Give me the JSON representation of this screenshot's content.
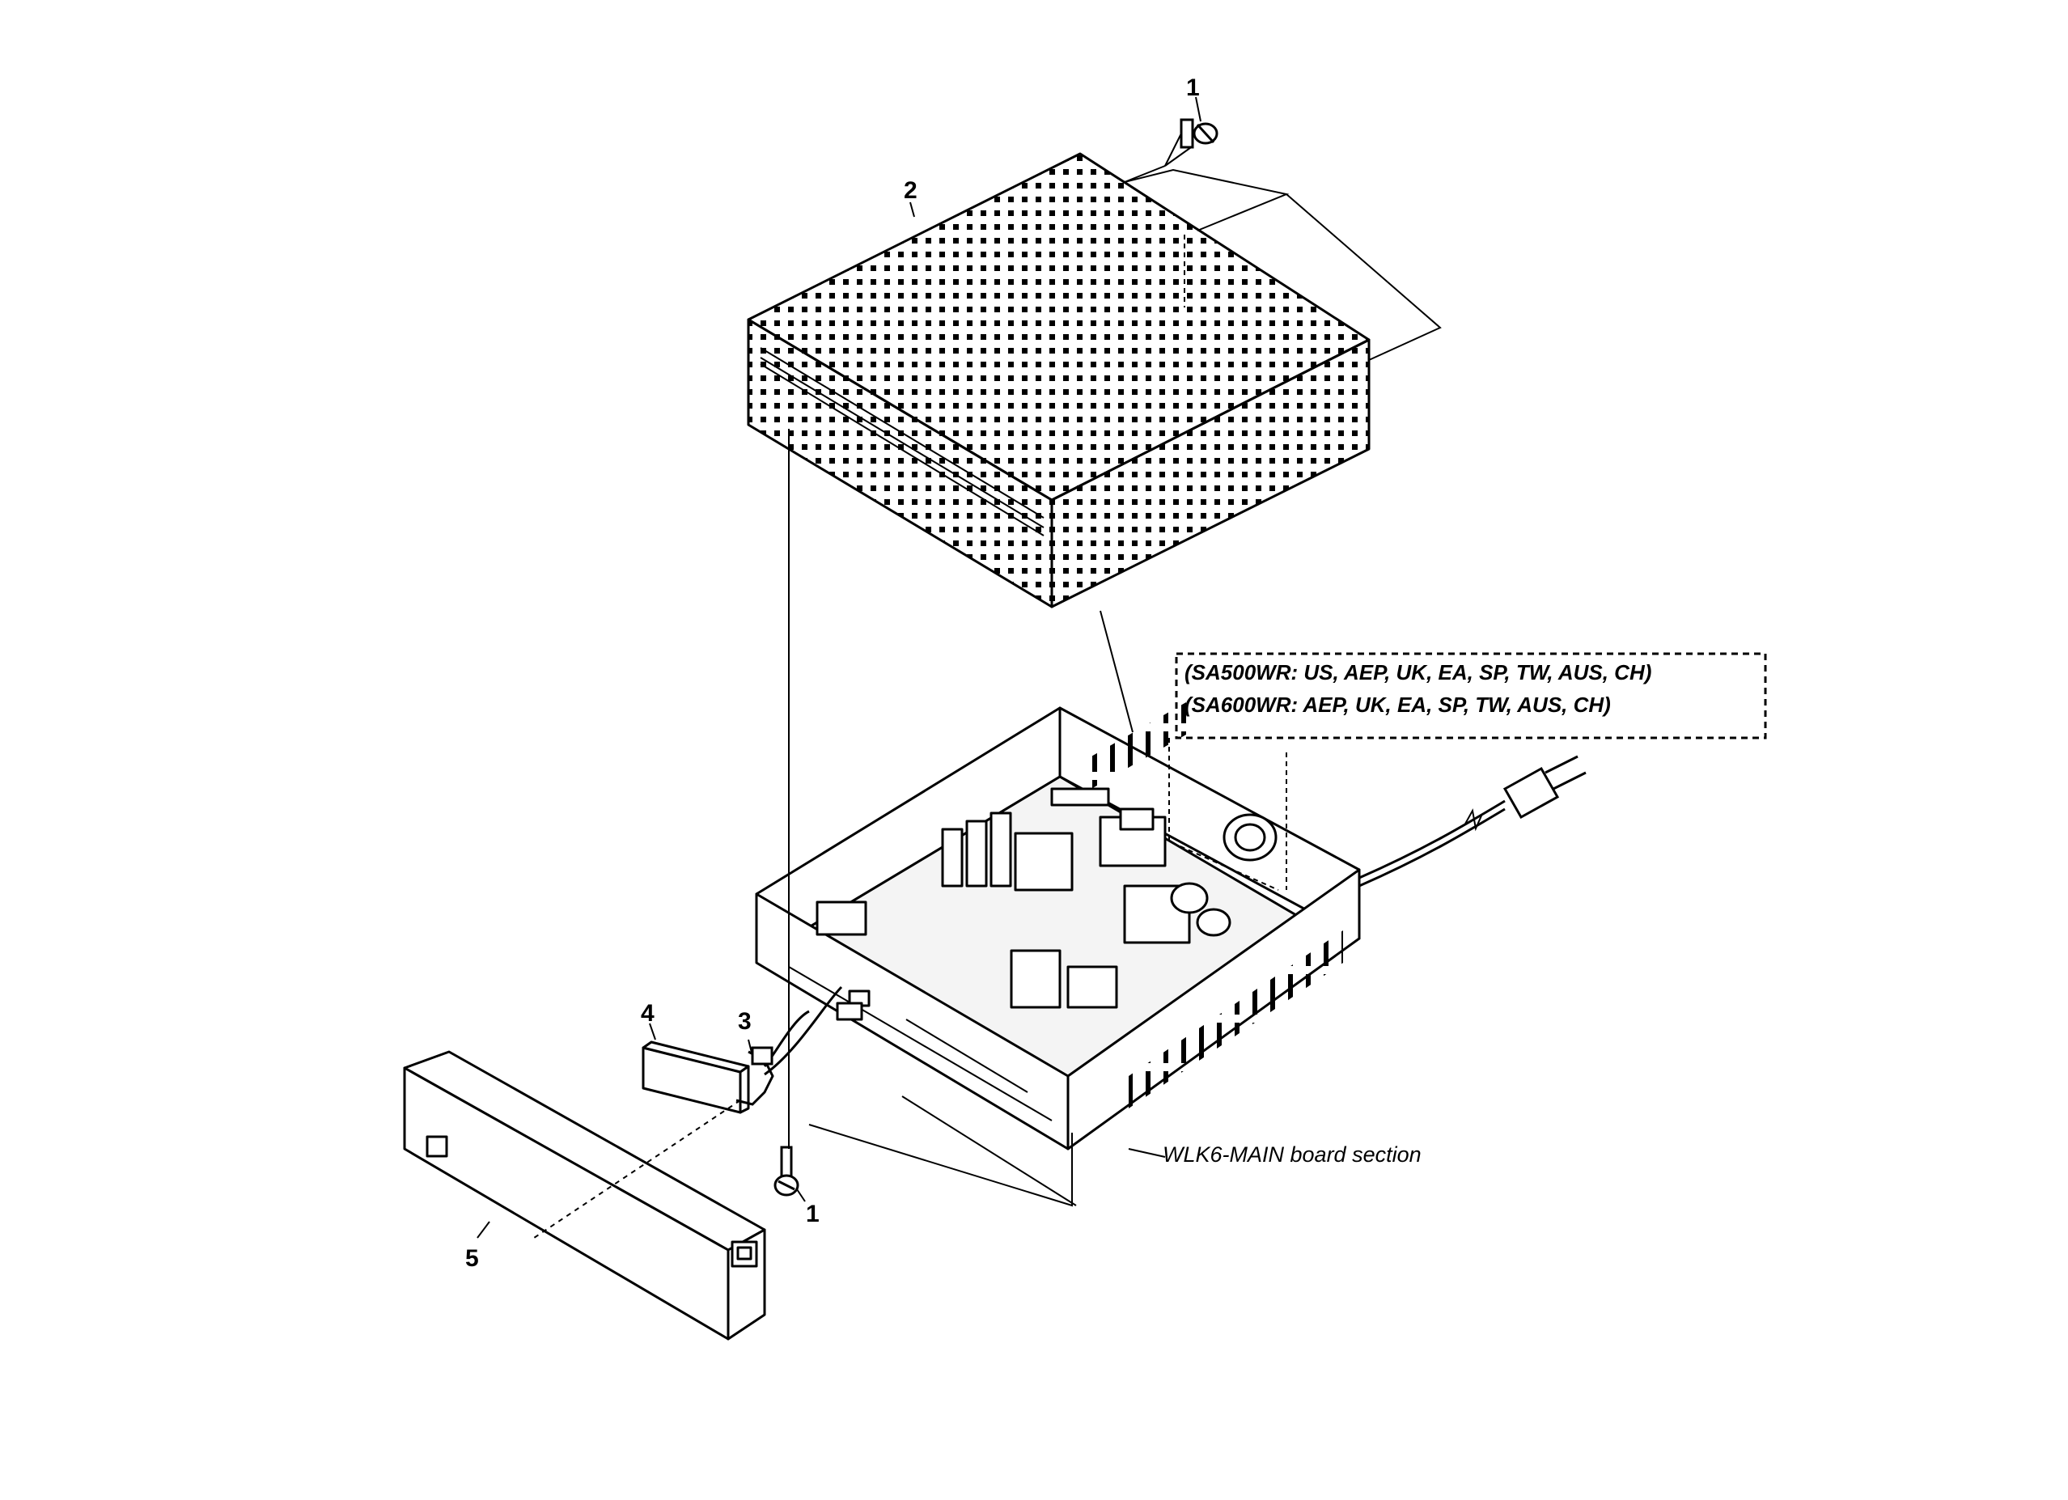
{
  "callouts": {
    "screw_top": "1",
    "screw_bottom": "1",
    "cover": "2",
    "flex_cable": "3",
    "led_window": "4",
    "front_panel": "5"
  },
  "variant_note": {
    "line1": "(SA500WR: US, AEP, UK, EA, SP, TW, AUS, CH)",
    "line2": "(SA600WR: AEP, UK, EA, SP, TW, AUS, CH)"
  },
  "section_caption": "WLK6-MAIN board section",
  "colors": {
    "ink": "#000000",
    "paper": "#ffffff"
  }
}
